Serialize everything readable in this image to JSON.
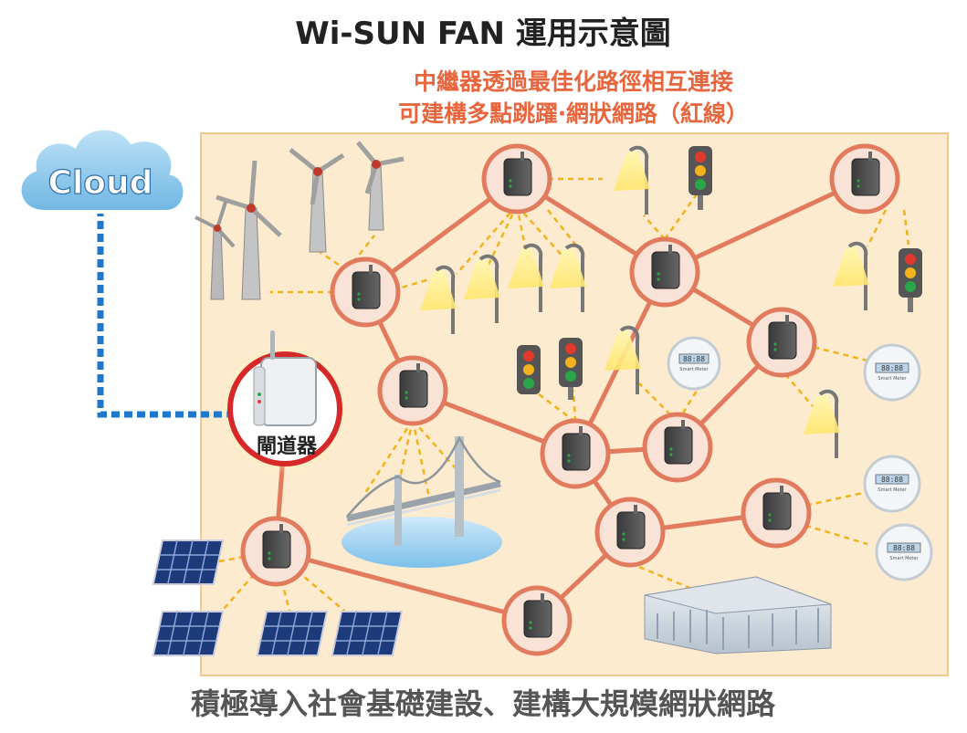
{
  "title": "Wi-SUN FAN 運用示意圖",
  "subtitle_line1": "中繼器透過最佳化路徑相互連接",
  "subtitle_line2": "可建構多點跳躍‧網狀網路（紅線）",
  "cloud_label": "Cloud",
  "gateway_label": "閘道器",
  "footer": "積極導入社會基礎建設、建構大規模網狀網路",
  "meter_label": "Smart Meter",
  "meter_display": "88:88",
  "colors": {
    "area_fill": "#fdebd0",
    "area_border": "#f3c88d",
    "mesh_line": "#e27a5e",
    "node_ring": "#e27a5e",
    "node_fill": "#f8e3d6",
    "dotted_line": "#f1b319",
    "cloud_link": "#1f77c9",
    "title": "#222222",
    "subtitle": "#e8663d",
    "footer": "#555555",
    "gateway_ring": "#d62828"
  }
}
